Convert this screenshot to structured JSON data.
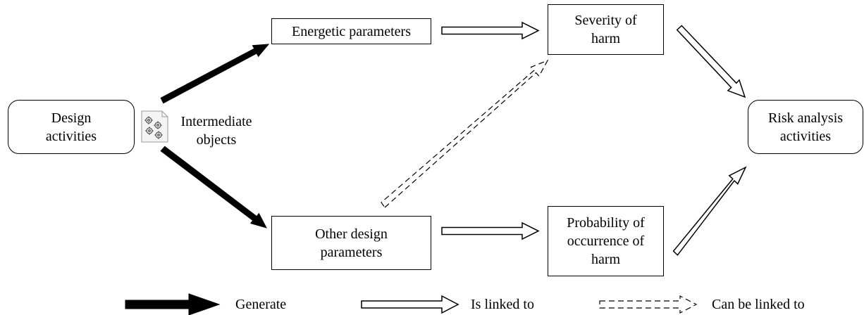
{
  "nodes": {
    "design_activities": "Design\nactivities",
    "intermediate_objects": "Intermediate\nobjects",
    "energetic_parameters": "Energetic parameters",
    "other_design_parameters": "Other design\nparameters",
    "severity_of_harm": "Severity of\nharm",
    "probability_of_harm": "Probability of\noccurrence of\nharm",
    "risk_analysis_activities": "Risk analysis\nactivities"
  },
  "legend": {
    "generate": "Generate",
    "is_linked_to": "Is linked to",
    "can_be_linked_to": "Can be linked to"
  },
  "icons": {
    "intermediate_objects": "document-gears-icon"
  }
}
